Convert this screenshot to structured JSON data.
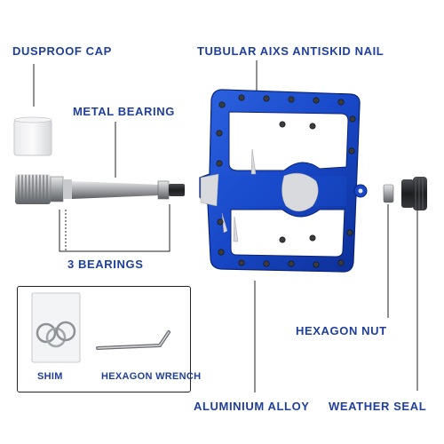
{
  "labels": {
    "dustproof_cap": "DUSPROOF CAP",
    "metal_bearing": "METAL BEARING",
    "three_bearings": "3 BEARINGS",
    "shim": "SHIM",
    "hexagon_wrench": "HEXAGON WRENCH",
    "tubular_axis_nail": "TUBULAR AIXS ANTISKID NAIL",
    "hexagon_nut": "HEXAGON NUT",
    "aluminium_alloy": "ALUMINIUM ALLOY",
    "weather_seal": "WEATHER SEAL"
  },
  "colors": {
    "label_blue": "#1f3f9c",
    "pedal_blue": "#1848c8",
    "pedal_dark": "#0c2a86",
    "metal": "#a9abae",
    "metal_dark": "#5c5f63",
    "leader_line": "#222222"
  }
}
